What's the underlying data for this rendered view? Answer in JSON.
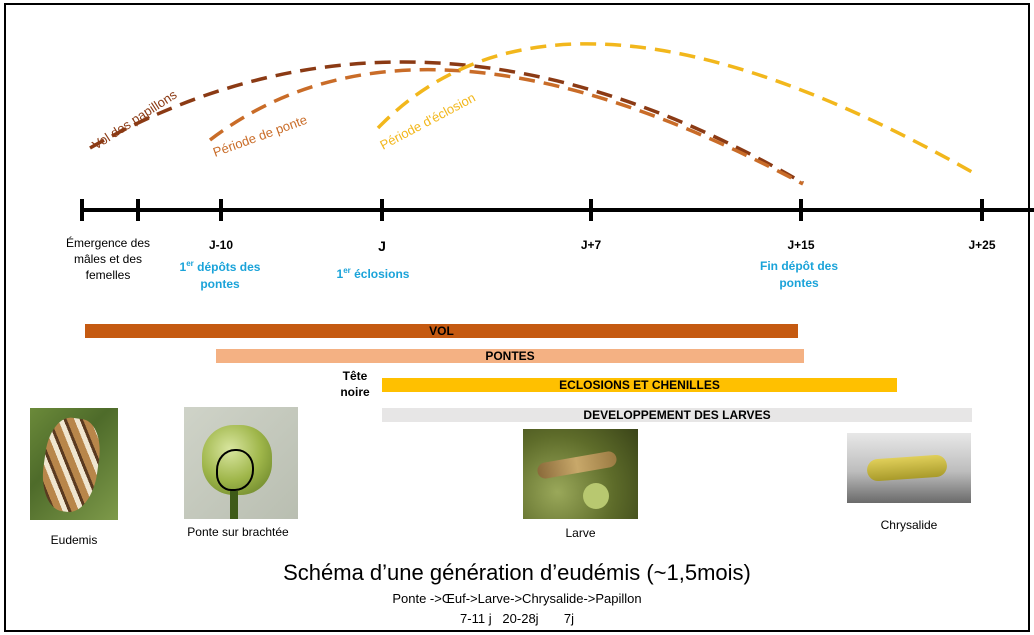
{
  "arcs": {
    "vol": "Vol des papillons",
    "ponte": "Période de ponte",
    "eclosion": "Période d'éclosion",
    "colors": {
      "vol": "#8b3a14",
      "ponte": "#c96c28",
      "eclosion": "#f2b71c"
    }
  },
  "timeline": {
    "emergence": "Émergence des mâles et des femelles",
    "jm10": "J-10",
    "j": "J",
    "jp7": "J+7",
    "jp15": "J+15",
    "jp25": "J+25"
  },
  "events": {
    "first_depot_sup": "1",
    "first_depot_exp": "er",
    "first_depot_rest": " dépôts des pontes",
    "first_eclosions_sup": "1",
    "first_eclosions_exp": "er",
    "first_eclosions_rest": " éclosions",
    "fin_depot": "Fin dépôt des pontes"
  },
  "bars": {
    "vol": "VOL",
    "pontes": "PONTES",
    "tete_noire": "Tête noire",
    "eclosions": "ECLOSIONS ET CHENILLES",
    "larves": "DEVELOPPEMENT DES LARVES",
    "colors": {
      "vol": "#c55a11",
      "pontes": "#f4b183",
      "eclosions": "#ffc000",
      "larves": "#e7e6e6"
    }
  },
  "photos": {
    "eudemis": "Eudemis",
    "ponte": "Ponte sur brachtée",
    "larve": "Larve",
    "chrysalide": "Chrysalide"
  },
  "title": "Schéma d’une génération d’eudémis (~1,5mois)",
  "cycle": "Ponte ->Œuf->Larve->Chrysalide->Papillon",
  "durations": "7-11 j   20-28j       7j"
}
